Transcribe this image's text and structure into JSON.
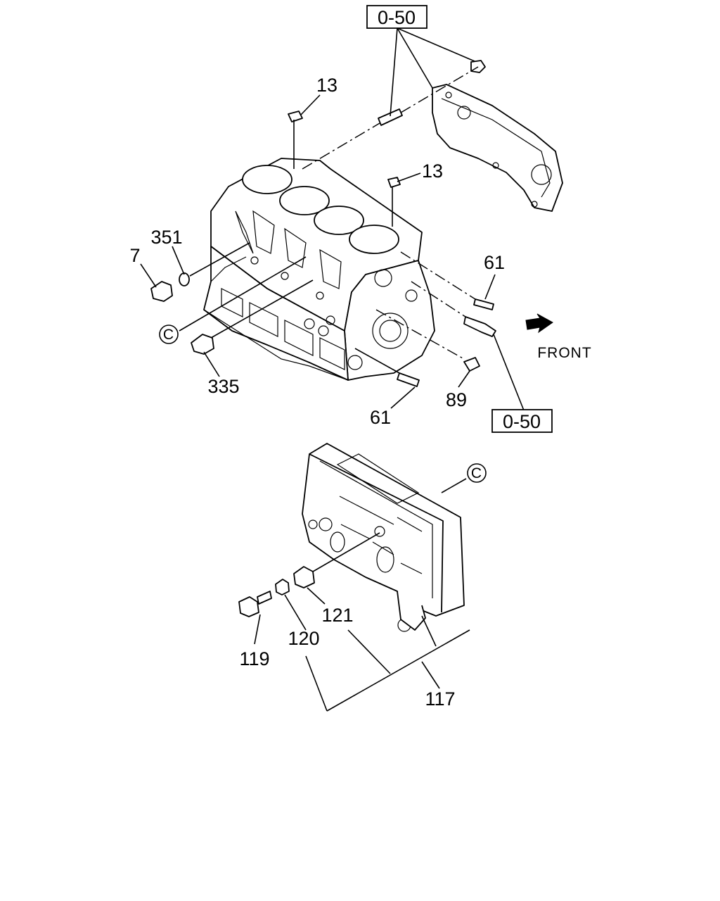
{
  "labels": {
    "ref_top": "0-50",
    "ref_bottom": "0-50",
    "p13a": "13",
    "p13b": "13",
    "p351": "351",
    "p7": "7",
    "c_top": "C",
    "p335": "335",
    "p61a": "61",
    "p61b": "61",
    "p89": "89",
    "front": "FRONT",
    "c_bottom": "C",
    "p121": "121",
    "p120": "120",
    "p119": "119",
    "p117": "117"
  },
  "icons": {
    "front_arrow": "front-arrow-icon",
    "circle_c": "circled-c-icon"
  }
}
